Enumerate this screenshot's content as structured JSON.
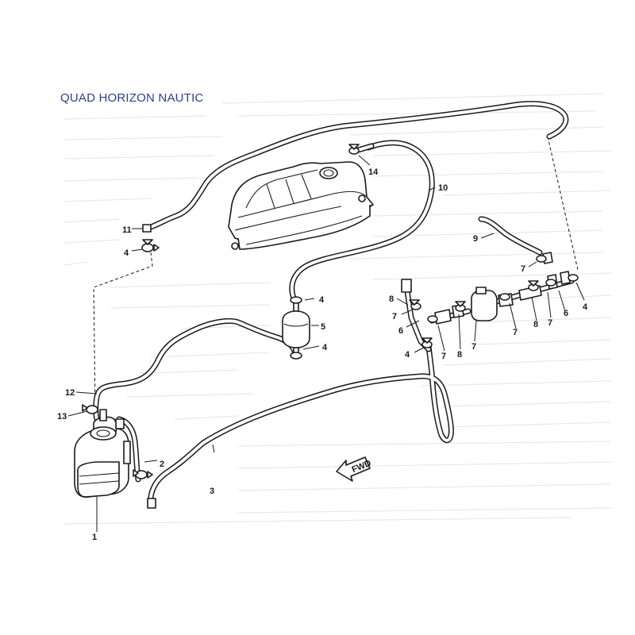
{
  "brand": "QUAD HORIZON NAUTIC",
  "arrow_text": "FWD",
  "callouts": [
    "1",
    "2",
    "3",
    "4",
    "4",
    "4",
    "4",
    "4",
    "5",
    "6",
    "6",
    "7",
    "7",
    "7",
    "7",
    "7",
    "7",
    "8",
    "8",
    "8",
    "9",
    "10",
    "11",
    "12",
    "13",
    "14"
  ]
}
